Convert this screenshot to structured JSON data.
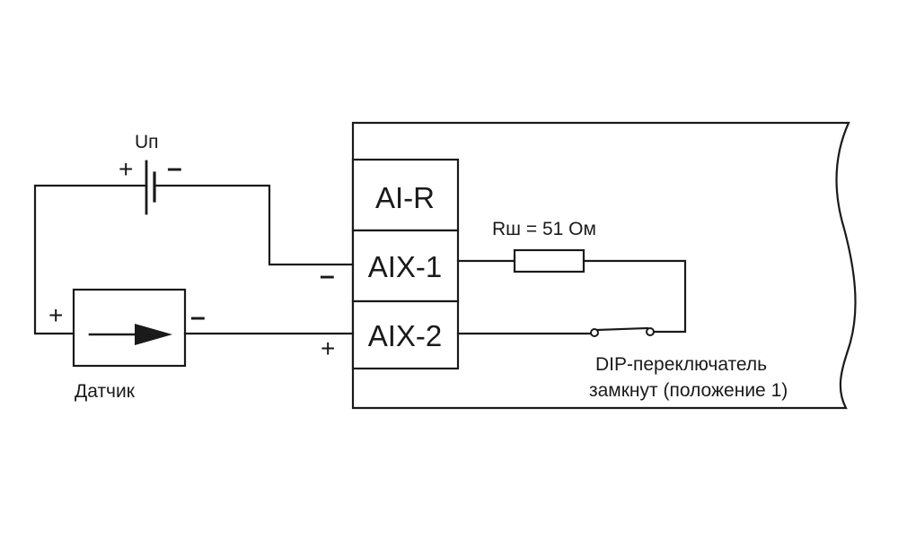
{
  "battery": {
    "label": "Uп",
    "plus": "+",
    "minus": "–"
  },
  "sensor": {
    "label": "Датчик",
    "plus": "+",
    "minus": "–"
  },
  "terminals": {
    "air": "AI-R",
    "aix1": "AIX-1",
    "aix2": "AIX-2",
    "aix1_sign": "–",
    "aix2_sign": "+"
  },
  "resistor": {
    "label": "Rш = 51 Ом"
  },
  "dip_switch": {
    "line1": "DIP-переключатель",
    "line2": "замкнут (положение 1)"
  }
}
